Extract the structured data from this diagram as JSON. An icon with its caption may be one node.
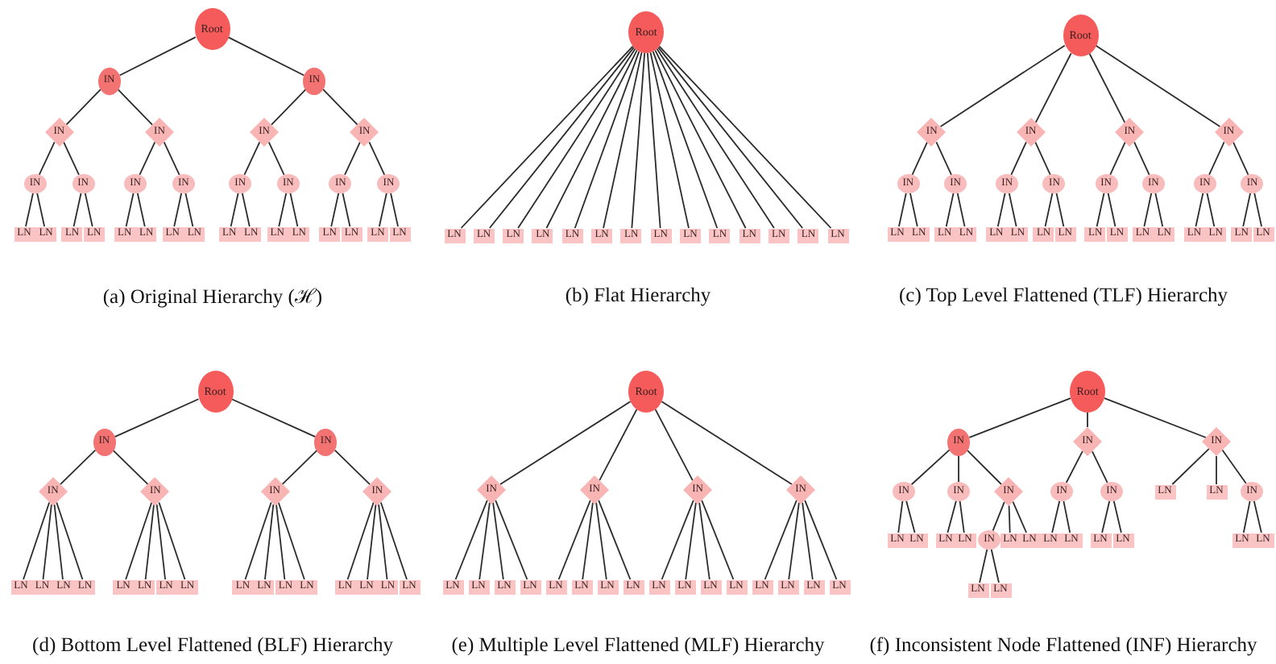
{
  "diagram": {
    "nodes": [
      {
        "text": [
          "Root"
        ]
      },
      {
        "text": [
          "IN"
        ]
      },
      {
        "text": [
          "IN"
        ]
      },
      {
        "text": [
          "IN"
        ]
      },
      {
        "text": [
          "IN"
        ]
      },
      {
        "text": [
          "IN"
        ]
      },
      {
        "text": [
          "IN"
        ]
      },
      {
        "text": [
          "IN"
        ]
      },
      {
        "text": [
          "IN"
        ]
      },
      {
        "text": [
          "IN"
        ]
      },
      {
        "text": [
          "IN"
        ]
      },
      {
        "text": [
          "IN"
        ]
      },
      {
        "text": [
          "IN"
        ]
      },
      {
        "text": [
          "IN"
        ]
      },
      {
        "text": [
          "IN"
        ]
      },
      {
        "text": [
          "LN"
        ]
      },
      {
        "text": [
          "LN"
        ]
      },
      {
        "text": [
          "LN"
        ]
      },
      {
        "text": [
          "LN"
        ]
      },
      {
        "text": [
          "LN"
        ]
      },
      {
        "text": [
          "LN"
        ]
      },
      {
        "text": [
          "LN"
        ]
      },
      {
        "text": [
          "LN"
        ]
      },
      {
        "text": [
          "LN"
        ]
      },
      {
        "text": [
          "LN"
        ]
      },
      {
        "text": [
          "LN"
        ]
      },
      {
        "text": [
          "LN"
        ]
      },
      {
        "text": [
          "LN"
        ]
      },
      {
        "text": [
          "LN"
        ]
      },
      {
        "text": [
          "LN"
        ]
      },
      {
        "text": [
          "LN"
        ]
      },
      {
        "text": [
          "Root"
        ]
      },
      {
        "text": [
          "LN"
        ]
      },
      {
        "text": [
          "LN"
        ]
      },
      {
        "text": [
          "LN"
        ]
      },
      {
        "text": [
          "LN"
        ]
      },
      {
        "text": [
          "LN"
        ]
      },
      {
        "text": [
          "LN"
        ]
      },
      {
        "text": [
          "LN"
        ]
      },
      {
        "text": [
          "LN"
        ]
      },
      {
        "text": [
          "LN"
        ]
      },
      {
        "text": [
          "LN"
        ]
      },
      {
        "text": [
          "LN"
        ]
      },
      {
        "text": [
          "LN"
        ]
      },
      {
        "text": [
          "LN"
        ]
      },
      {
        "text": [
          "LN"
        ]
      },
      {
        "text": [
          "Root"
        ]
      },
      {
        "text": [
          "IN"
        ]
      },
      {
        "text": [
          "IN"
        ]
      },
      {
        "text": [
          "IN"
        ]
      },
      {
        "text": [
          "IN"
        ]
      },
      {
        "text": [
          "IN"
        ]
      },
      {
        "text": [
          "IN"
        ]
      },
      {
        "text": [
          "IN"
        ]
      },
      {
        "text": [
          "IN"
        ]
      },
      {
        "text": [
          "IN"
        ]
      },
      {
        "text": [
          "IN"
        ]
      },
      {
        "text": [
          "IN"
        ]
      },
      {
        "text": [
          "IN"
        ]
      },
      {
        "text": [
          "LN"
        ]
      },
      {
        "text": [
          "LN"
        ]
      },
      {
        "text": [
          "LN"
        ]
      },
      {
        "text": [
          "LN"
        ]
      },
      {
        "text": [
          "LN"
        ]
      },
      {
        "text": [
          "LN"
        ]
      },
      {
        "text": [
          "LN"
        ]
      },
      {
        "text": [
          "LN"
        ]
      },
      {
        "text": [
          "LN"
        ]
      },
      {
        "text": [
          "LN"
        ]
      },
      {
        "text": [
          "LN"
        ]
      },
      {
        "text": [
          "LN"
        ]
      },
      {
        "text": [
          "LN"
        ]
      },
      {
        "text": [
          "LN"
        ]
      },
      {
        "text": [
          "LN"
        ]
      },
      {
        "text": [
          "LN"
        ]
      },
      {
        "text": [
          "Root"
        ]
      },
      {
        "text": [
          "IN"
        ]
      },
      {
        "text": [
          "IN"
        ]
      },
      {
        "text": [
          "IN"
        ]
      },
      {
        "text": [
          "IN"
        ]
      },
      {
        "text": [
          "IN"
        ]
      },
      {
        "text": [
          "IN"
        ]
      },
      {
        "text": [
          "LN"
        ]
      },
      {
        "text": [
          "LN"
        ]
      },
      {
        "text": [
          "LN"
        ]
      },
      {
        "text": [
          "LN"
        ]
      },
      {
        "text": [
          "LN"
        ]
      },
      {
        "text": [
          "LN"
        ]
      },
      {
        "text": [
          "LN"
        ]
      },
      {
        "text": [
          "LN"
        ]
      },
      {
        "text": [
          "LN"
        ]
      },
      {
        "text": [
          "LN"
        ]
      },
      {
        "text": [
          "LN"
        ]
      },
      {
        "text": [
          "LN"
        ]
      },
      {
        "text": [
          "LN"
        ]
      },
      {
        "text": [
          "LN"
        ]
      },
      {
        "text": [
          "LN"
        ]
      },
      {
        "text": [
          "LN"
        ]
      },
      {
        "text": [
          "Root"
        ]
      },
      {
        "text": [
          "IN"
        ]
      },
      {
        "text": [
          "IN"
        ]
      },
      {
        "text": [
          "IN"
        ]
      },
      {
        "text": [
          "IN"
        ]
      },
      {
        "text": [
          "LN"
        ]
      },
      {
        "text": [
          "LN"
        ]
      },
      {
        "text": [
          "LN"
        ]
      },
      {
        "text": [
          "LN"
        ]
      },
      {
        "text": [
          "LN"
        ]
      },
      {
        "text": [
          "LN"
        ]
      },
      {
        "text": [
          "LN"
        ]
      },
      {
        "text": [
          "LN"
        ]
      },
      {
        "text": [
          "LN"
        ]
      },
      {
        "text": [
          "LN"
        ]
      },
      {
        "text": [
          "LN"
        ]
      },
      {
        "text": [
          "LN"
        ]
      },
      {
        "text": [
          "LN"
        ]
      },
      {
        "text": [
          "LN"
        ]
      },
      {
        "text": [
          "LN"
        ]
      },
      {
        "text": [
          "LN"
        ]
      },
      {
        "text": [
          "Root"
        ]
      },
      {
        "text": [
          "IN"
        ]
      },
      {
        "text": [
          "IN"
        ]
      },
      {
        "text": [
          "IN"
        ]
      },
      {
        "text": [
          "IN"
        ]
      },
      {
        "text": [
          "IN"
        ]
      },
      {
        "text": [
          "IN"
        ]
      },
      {
        "text": [
          "IN"
        ]
      },
      {
        "text": [
          "IN"
        ]
      },
      {
        "text": [
          "LN"
        ]
      },
      {
        "text": [
          "LN"
        ]
      },
      {
        "text": [
          "IN"
        ]
      },
      {
        "text": [
          "LN"
        ]
      },
      {
        "text": [
          "LN"
        ]
      },
      {
        "text": [
          "LN"
        ]
      },
      {
        "text": [
          "LN"
        ]
      },
      {
        "text": [
          "IN"
        ]
      },
      {
        "text": [
          "LN"
        ]
      },
      {
        "text": [
          "LN"
        ]
      },
      {
        "text": [
          "LN"
        ]
      },
      {
        "text": [
          "LN"
        ]
      },
      {
        "text": [
          "LN"
        ]
      },
      {
        "text": [
          "LN"
        ]
      },
      {
        "text": [
          "LN"
        ]
      },
      {
        "text": [
          "LN"
        ]
      },
      {
        "text": [
          "LN"
        ]
      },
      {
        "text": [
          "LN"
        ]
      }
    ],
    "edges": [
      {
        "from": 0,
        "to": 1,
        "arrow": "none"
      },
      {
        "from": 0,
        "to": 2,
        "arrow": "none"
      },
      {
        "from": 1,
        "to": 3,
        "arrow": "none"
      },
      {
        "from": 1,
        "to": 4,
        "arrow": "none"
      },
      {
        "from": 2,
        "to": 5,
        "arrow": "none"
      },
      {
        "from": 2,
        "to": 6,
        "arrow": "none"
      },
      {
        "from": 3,
        "to": 7,
        "arrow": "none"
      },
      {
        "from": 3,
        "to": 8,
        "arrow": "none"
      },
      {
        "from": 4,
        "to": 9,
        "arrow": "none"
      },
      {
        "from": 4,
        "to": 10,
        "arrow": "none"
      },
      {
        "from": 5,
        "to": 11,
        "arrow": "none"
      },
      {
        "from": 5,
        "to": 12,
        "arrow": "none"
      },
      {
        "from": 6,
        "to": 13,
        "arrow": "none"
      },
      {
        "from": 6,
        "to": 14,
        "arrow": "none"
      },
      {
        "from": 7,
        "to": 15,
        "arrow": "none"
      },
      {
        "from": 7,
        "to": 16,
        "arrow": "none"
      },
      {
        "from": 8,
        "to": 17,
        "arrow": "none"
      },
      {
        "from": 8,
        "to": 18,
        "arrow": "none"
      },
      {
        "from": 9,
        "to": 19,
        "arrow": "none"
      },
      {
        "from": 9,
        "to": 20,
        "arrow": "none"
      },
      {
        "from": 10,
        "to": 21,
        "arrow": "none"
      },
      {
        "from": 10,
        "to": 22,
        "arrow": "none"
      },
      {
        "from": 11,
        "to": 23,
        "arrow": "none"
      },
      {
        "from": 11,
        "to": 24,
        "arrow": "none"
      },
      {
        "from": 12,
        "to": 25,
        "arrow": "none"
      },
      {
        "from": 12,
        "to": 26,
        "arrow": "none"
      },
      {
        "from": 13,
        "to": 27,
        "arrow": "none"
      },
      {
        "from": 13,
        "to": 28,
        "arrow": "none"
      },
      {
        "from": 14,
        "to": 29,
        "arrow": "none"
      },
      {
        "from": 14,
        "to": 30,
        "arrow": "none"
      },
      {
        "from": 31,
        "to": 32,
        "arrow": "none"
      },
      {
        "from": 31,
        "to": 33,
        "arrow": "none"
      },
      {
        "from": 31,
        "to": 34,
        "arrow": "none"
      },
      {
        "from": 31,
        "to": 35,
        "arrow": "none"
      },
      {
        "from": 31,
        "to": 36,
        "arrow": "none"
      },
      {
        "from": 31,
        "to": 37,
        "arrow": "none"
      },
      {
        "from": 31,
        "to": 38,
        "arrow": "none"
      },
      {
        "from": 31,
        "to": 39,
        "arrow": "none"
      },
      {
        "from": 31,
        "to": 40,
        "arrow": "none"
      },
      {
        "from": 31,
        "to": 41,
        "arrow": "none"
      },
      {
        "from": 31,
        "to": 42,
        "arrow": "none"
      },
      {
        "from": 31,
        "to": 43,
        "arrow": "none"
      },
      {
        "from": 31,
        "to": 44,
        "arrow": "none"
      },
      {
        "from": 31,
        "to": 45,
        "arrow": "none"
      },
      {
        "from": 46,
        "to": 47,
        "arrow": "none"
      },
      {
        "from": 46,
        "to": 48,
        "arrow": "none"
      },
      {
        "from": 46,
        "to": 49,
        "arrow": "none"
      },
      {
        "from": 46,
        "to": 50,
        "arrow": "none"
      },
      {
        "from": 47,
        "to": 51,
        "arrow": "none"
      },
      {
        "from": 47,
        "to": 52,
        "arrow": "none"
      },
      {
        "from": 48,
        "to": 53,
        "arrow": "none"
      },
      {
        "from": 48,
        "to": 54,
        "arrow": "none"
      },
      {
        "from": 49,
        "to": 55,
        "arrow": "none"
      },
      {
        "from": 49,
        "to": 56,
        "arrow": "none"
      },
      {
        "from": 50,
        "to": 57,
        "arrow": "none"
      },
      {
        "from": 50,
        "to": 58,
        "arrow": "none"
      },
      {
        "from": 51,
        "to": 59,
        "arrow": "none"
      },
      {
        "from": 51,
        "to": 60,
        "arrow": "none"
      },
      {
        "from": 52,
        "to": 61,
        "arrow": "none"
      },
      {
        "from": 52,
        "to": 62,
        "arrow": "none"
      },
      {
        "from": 53,
        "to": 63,
        "arrow": "none"
      },
      {
        "from": 53,
        "to": 64,
        "arrow": "none"
      },
      {
        "from": 54,
        "to": 65,
        "arrow": "none"
      },
      {
        "from": 54,
        "to": 66,
        "arrow": "none"
      },
      {
        "from": 55,
        "to": 67,
        "arrow": "none"
      },
      {
        "from": 55,
        "to": 68,
        "arrow": "none"
      },
      {
        "from": 56,
        "to": 69,
        "arrow": "none"
      },
      {
        "from": 56,
        "to": 70,
        "arrow": "none"
      },
      {
        "from": 57,
        "to": 71,
        "arrow": "none"
      },
      {
        "from": 57,
        "to": 72,
        "arrow": "none"
      },
      {
        "from": 58,
        "to": 73,
        "arrow": "none"
      },
      {
        "from": 58,
        "to": 74,
        "arrow": "none"
      },
      {
        "from": 75,
        "to": 76,
        "arrow": "none"
      },
      {
        "from": 75,
        "to": 77,
        "arrow": "none"
      },
      {
        "from": 76,
        "to": 78,
        "arrow": "none"
      },
      {
        "from": 76,
        "to": 79,
        "arrow": "none"
      },
      {
        "from": 77,
        "to": 80,
        "arrow": "none"
      },
      {
        "from": 77,
        "to": 81,
        "arrow": "none"
      },
      {
        "from": 78,
        "to": 82,
        "arrow": "none"
      },
      {
        "from": 78,
        "to": 83,
        "arrow": "none"
      },
      {
        "from": 78,
        "to": 84,
        "arrow": "none"
      },
      {
        "from": 78,
        "to": 85,
        "arrow": "none"
      },
      {
        "from": 79,
        "to": 86,
        "arrow": "none"
      },
      {
        "from": 79,
        "to": 87,
        "arrow": "none"
      },
      {
        "from": 79,
        "to": 88,
        "arrow": "none"
      },
      {
        "from": 79,
        "to": 89,
        "arrow": "none"
      },
      {
        "from": 80,
        "to": 90,
        "arrow": "none"
      },
      {
        "from": 80,
        "to": 91,
        "arrow": "none"
      },
      {
        "from": 80,
        "to": 92,
        "arrow": "none"
      },
      {
        "from": 80,
        "to": 93,
        "arrow": "none"
      },
      {
        "from": 81,
        "to": 94,
        "arrow": "none"
      },
      {
        "from": 81,
        "to": 95,
        "arrow": "none"
      },
      {
        "from": 81,
        "to": 96,
        "arrow": "none"
      },
      {
        "from": 81,
        "to": 97,
        "arrow": "none"
      },
      {
        "from": 98,
        "to": 99,
        "arrow": "none"
      },
      {
        "from": 98,
        "to": 100,
        "arrow": "none"
      },
      {
        "from": 98,
        "to": 101,
        "arrow": "none"
      },
      {
        "from": 98,
        "to": 102,
        "arrow": "none"
      },
      {
        "from": 99,
        "to": 103,
        "arrow": "none"
      },
      {
        "from": 99,
        "to": 104,
        "arrow": "none"
      },
      {
        "from": 99,
        "to": 105,
        "arrow": "none"
      },
      {
        "from": 99,
        "to": 106,
        "arrow": "none"
      },
      {
        "from": 100,
        "to": 107,
        "arrow": "none"
      },
      {
        "from": 100,
        "to": 108,
        "arrow": "none"
      },
      {
        "from": 100,
        "to": 109,
        "arrow": "none"
      },
      {
        "from": 100,
        "to": 110,
        "arrow": "none"
      },
      {
        "from": 101,
        "to": 111,
        "arrow": "none"
      },
      {
        "from": 101,
        "to": 112,
        "arrow": "none"
      },
      {
        "from": 101,
        "to": 113,
        "arrow": "none"
      },
      {
        "from": 101,
        "to": 114,
        "arrow": "none"
      },
      {
        "from": 102,
        "to": 115,
        "arrow": "none"
      },
      {
        "from": 102,
        "to": 116,
        "arrow": "none"
      },
      {
        "from": 102,
        "to": 117,
        "arrow": "none"
      },
      {
        "from": 102,
        "to": 118,
        "arrow": "none"
      },
      {
        "from": 119,
        "to": 120,
        "arrow": "none"
      },
      {
        "from": 119,
        "to": 121,
        "arrow": "none"
      },
      {
        "from": 119,
        "to": 122,
        "arrow": "none"
      },
      {
        "from": 120,
        "to": 123,
        "arrow": "none"
      },
      {
        "from": 120,
        "to": 124,
        "arrow": "none"
      },
      {
        "from": 120,
        "to": 125,
        "arrow": "none"
      },
      {
        "from": 121,
        "to": 126,
        "arrow": "none"
      },
      {
        "from": 121,
        "to": 127,
        "arrow": "none"
      },
      {
        "from": 122,
        "to": 128,
        "arrow": "none"
      },
      {
        "from": 122,
        "to": 129,
        "arrow": "none"
      },
      {
        "from": 122,
        "to": 130,
        "arrow": "none"
      },
      {
        "from": 123,
        "to": 131,
        "arrow": "none"
      },
      {
        "from": 123,
        "to": 132,
        "arrow": "none"
      },
      {
        "from": 124,
        "to": 133,
        "arrow": "none"
      },
      {
        "from": 124,
        "to": 134,
        "arrow": "none"
      },
      {
        "from": 125,
        "to": 135,
        "arrow": "none"
      },
      {
        "from": 125,
        "to": 136,
        "arrow": "none"
      },
      {
        "from": 125,
        "to": 137,
        "arrow": "none"
      },
      {
        "from": 126,
        "to": 138,
        "arrow": "none"
      },
      {
        "from": 126,
        "to": 139,
        "arrow": "none"
      },
      {
        "from": 127,
        "to": 140,
        "arrow": "none"
      },
      {
        "from": 127,
        "to": 141,
        "arrow": "none"
      },
      {
        "from": 130,
        "to": 142,
        "arrow": "none"
      },
      {
        "from": 130,
        "to": 143,
        "arrow": "none"
      },
      {
        "from": 135,
        "to": 144,
        "arrow": "none"
      },
      {
        "from": 135,
        "to": 145,
        "arrow": "none"
      }
    ],
    "labels": [
      "(a) Original Hierarchy (ℋ)",
      "(b) Flat Hierarchy",
      "(c) Top Level Flattened (TLF) Hierarchy",
      "(d) Bottom Level Flattened (BLF) Hierarchy",
      "(e) Multiple Level Flattened (MLF) Hierarchy",
      "(f) Inconsistent Node Flattened (INF) Hierarchy"
    ]
  }
}
